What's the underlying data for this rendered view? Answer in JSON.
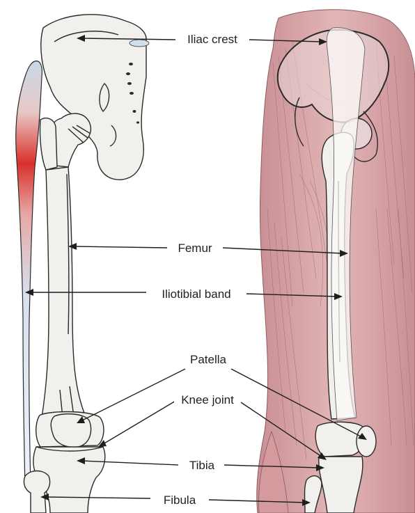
{
  "labels": {
    "iliac_crest": "Iliac crest",
    "femur": "Femur",
    "iliotibial_band": "Iliotibial band",
    "patella": "Patella",
    "knee_joint": "Knee joint",
    "tibia": "Tibia",
    "fibula": "Fibula"
  },
  "colors": {
    "muscle": "#d9a7a9",
    "inflammation": "#d9302b",
    "band": "#c9d8e8",
    "bone": "#f1f0ec"
  }
}
